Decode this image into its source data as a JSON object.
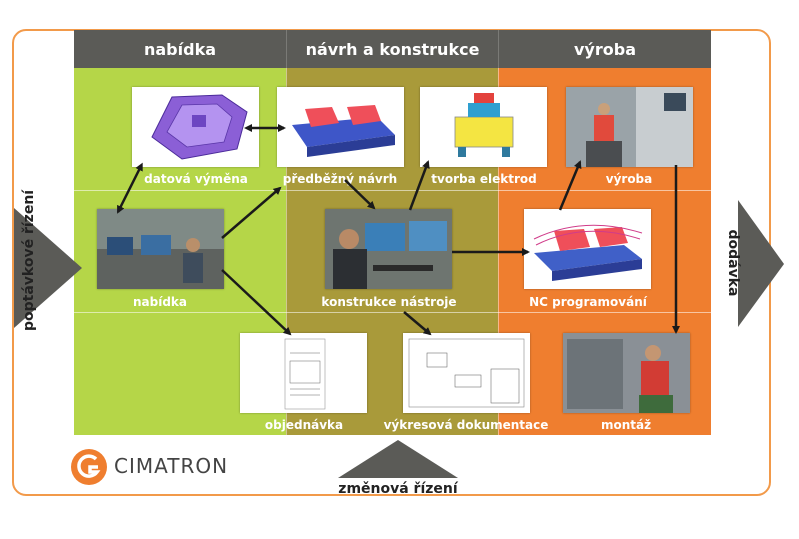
{
  "columns": [
    {
      "title": "nabídka",
      "color": "#b5d648"
    },
    {
      "title": "návrh a konstrukce",
      "color": "#a99a3a"
    },
    {
      "title": "výroba",
      "color": "#ef7e2f"
    }
  ],
  "header_color": "#5b5b57",
  "frame_color": "#f29a4a",
  "nodes": {
    "datova_vymena": "datová výměna",
    "predbezny_navrh": "předběžný návrh",
    "tvorba_elektrod": "tvorba elektrod",
    "vyroba": "výroba",
    "nabidka": "nabídka",
    "konstrukce_nastroje": "konstrukce nástroje",
    "nc_programovani": "NC programování",
    "objednavka": "objednávka",
    "vykresova_dokumentace": "výkresová dokumentace",
    "montaz": "montáž"
  },
  "side_labels": {
    "left": "poptávkové řízení",
    "right": "dodávka",
    "bottom": "změnová řízení"
  },
  "logo": {
    "text": "CIMATRON",
    "color": "#ef7e2f",
    "icon": "cimatron-logo-icon"
  }
}
